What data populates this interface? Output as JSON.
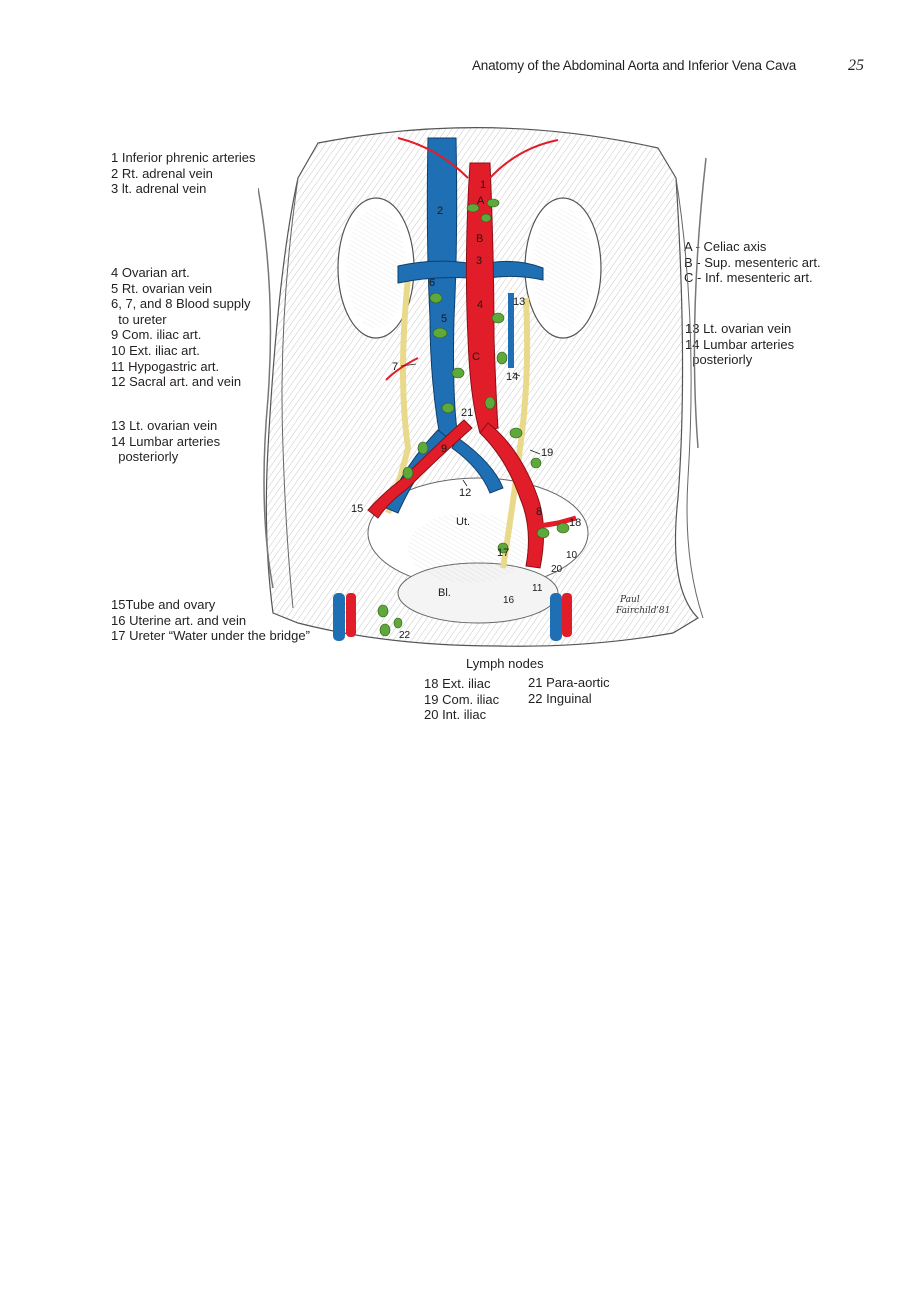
{
  "header": {
    "title": "Anatomy of the Abdominal Aorta and Inferior Vena Cava",
    "page_number": "25"
  },
  "legend_upper": [
    "1 Inferior phrenic arteries",
    "2 Rt. adrenal vein",
    "3 lt. adrenal vein"
  ],
  "legend_middle": [
    "4 Ovarian art.",
    "5 Rt. ovarian vein",
    "6, 7, and 8 Blood supply",
    "  to ureter",
    "9 Com. iliac art.",
    "10 Ext. iliac art.",
    "11 Hypogastric art.",
    "12 Sacral art. and vein"
  ],
  "legend_lower": [
    "13 Lt. ovarian vein",
    "14 Lumbar arteries",
    "  posteriorly"
  ],
  "legend_bottom": [
    "15Tube and ovary",
    "16 Uterine art. and vein",
    "17 Ureter “Water under the bridge”"
  ],
  "legend_right_abc": [
    "A - Celiac axis",
    "B - Sup. mesenteric art.",
    "C - Inf. mesenteric art."
  ],
  "legend_right_lower": [
    "13 Lt. ovarian vein",
    "14 Lumbar arteries",
    "  posteriorly"
  ],
  "lymph_nodes": {
    "title": "Lymph nodes",
    "col1": [
      "18 Ext. iliac",
      "19 Com. iliac",
      "20 Int. iliac"
    ],
    "col2": [
      "21 Para-aortic",
      "22 Inguinal"
    ]
  },
  "figure": {
    "labels": {
      "l1": "1",
      "lA": "A",
      "l2": "2",
      "lB": "B",
      "l3": "3",
      "l6": "6",
      "l4": "4",
      "l13": "13",
      "l5": "5",
      "lC": "C",
      "l7": "7",
      "l14": "14",
      "l21": "21",
      "l9": "9",
      "l19": "19",
      "l12": "12",
      "l15": "15",
      "lUt": "Ut.",
      "l8": "8",
      "l18": "18",
      "l17": "17",
      "l10": "10",
      "l20": "20",
      "l11": "11",
      "lBl": "Bl.",
      "l16": "16",
      "l22": "22"
    },
    "signature": [
      "Paul",
      "Fairchild",
      "’81"
    ],
    "colors": {
      "artery": "#e11d2a",
      "vein": "#1f6fb5",
      "node": "#5fa83a",
      "ureter": "#e9d98a"
    }
  }
}
